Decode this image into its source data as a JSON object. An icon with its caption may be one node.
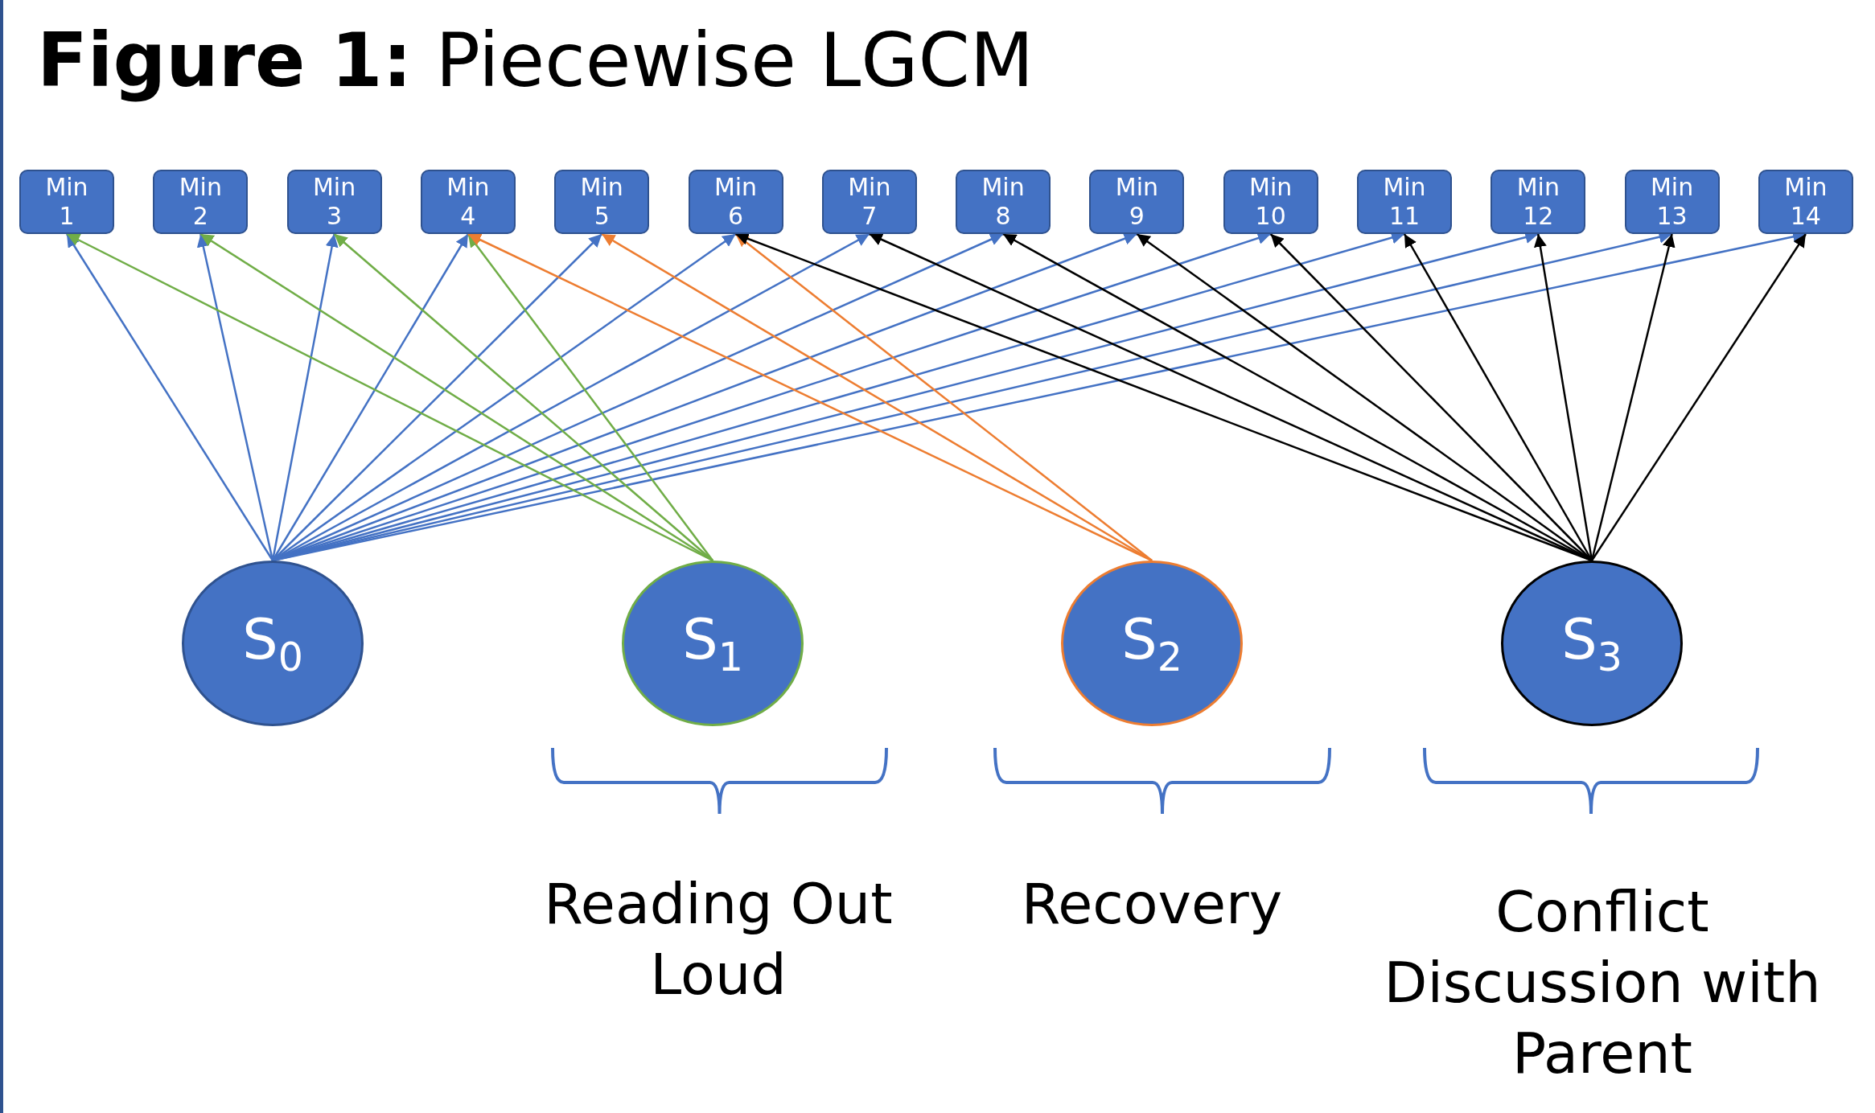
{
  "diagram": {
    "title": "**Figure 1:** Piecewise LGCM",
    "nodes": [
      {
        "text": [
          "Min 1"
        ]
      },
      {
        "text": [
          "Min 2"
        ]
      },
      {
        "text": [
          "Min 3"
        ]
      },
      {
        "text": [
          "Min 4"
        ]
      },
      {
        "text": [
          "Min 5"
        ]
      },
      {
        "text": [
          "Min 6"
        ]
      },
      {
        "text": [
          "Min 7"
        ]
      },
      {
        "text": [
          "Min 8"
        ]
      },
      {
        "text": [
          "Min 9"
        ]
      },
      {
        "text": [
          "Min 10"
        ]
      },
      {
        "text": [
          "Min 11"
        ]
      },
      {
        "text": [
          "Min 12"
        ]
      },
      {
        "text": [
          "Min 13"
        ]
      },
      {
        "text": [
          "Min 14"
        ]
      },
      {
        "text": [
          "S$_{0}$"
        ]
      },
      {
        "text": [
          "S$_{1}$"
        ]
      },
      {
        "text": [
          "S$_{2}$"
        ]
      },
      {
        "text": [
          "S$_{3}$"
        ]
      }
    ],
    "edges": [
      {
        "from": 14,
        "to": 0,
        "arrow": "to"
      },
      {
        "from": 14,
        "to": 1,
        "arrow": "to"
      },
      {
        "from": 14,
        "to": 2,
        "arrow": "to"
      },
      {
        "from": 14,
        "to": 3,
        "arrow": "to"
      },
      {
        "from": 14,
        "to": 4,
        "arrow": "to"
      },
      {
        "from": 14,
        "to": 5,
        "arrow": "to"
      },
      {
        "from": 14,
        "to": 6,
        "arrow": "to"
      },
      {
        "from": 14,
        "to": 7,
        "arrow": "to"
      },
      {
        "from": 14,
        "to": 8,
        "arrow": "to"
      },
      {
        "from": 14,
        "to": 9,
        "arrow": "to"
      },
      {
        "from": 14,
        "to": 10,
        "arrow": "to"
      },
      {
        "from": 14,
        "to": 11,
        "arrow": "to"
      },
      {
        "from": 14,
        "to": 12,
        "arrow": "to"
      },
      {
        "from": 14,
        "to": 13,
        "arrow": "to"
      },
      {
        "from": 15,
        "to": 0,
        "arrow": "to",
        "color": "#70ad47"
      },
      {
        "from": 15,
        "to": 1,
        "arrow": "to",
        "color": "#70ad47"
      },
      {
        "from": 15,
        "to": 2,
        "arrow": "to",
        "color": "#70ad47"
      },
      {
        "from": 15,
        "to": 3,
        "arrow": "to",
        "color": "#70ad47"
      },
      {
        "from": 16,
        "to": 3,
        "arrow": "to",
        "color": "#ed7d31"
      },
      {
        "from": 16,
        "to": 4,
        "arrow": "to",
        "color": "#ed7d31"
      },
      {
        "from": 16,
        "to": 5,
        "arrow": "to",
        "color": "#ed7d31"
      },
      {
        "from": 17,
        "to": 5,
        "arrow": "to",
        "color": "#000000"
      },
      {
        "from": 17,
        "to": 6,
        "arrow": "to",
        "color": "#000000"
      },
      {
        "from": 17,
        "to": 7,
        "arrow": "to",
        "color": "#000000"
      },
      {
        "from": 17,
        "to": 8,
        "arrow": "to",
        "color": "#000000"
      },
      {
        "from": 17,
        "to": 9,
        "arrow": "to",
        "color": "#000000"
      },
      {
        "from": 17,
        "to": 10,
        "arrow": "to",
        "color": "#000000"
      },
      {
        "from": 17,
        "to": 11,
        "arrow": "to",
        "color": "#000000"
      },
      {
        "from": 17,
        "to": 12,
        "arrow": "to",
        "color": "#000000"
      },
      {
        "from": 17,
        "to": 13,
        "arrow": "to",
        "color": "#000000"
      }
    ],
    "labels": [
      "Reading Out Loud",
      "Recovery",
      "Conflict Discussion with Parent"
    ]
  }
}
